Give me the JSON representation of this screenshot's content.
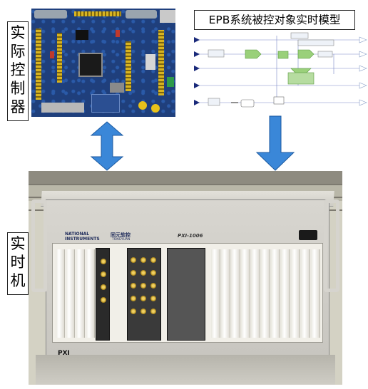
{
  "labels": {
    "controller": [
      "实",
      "际",
      "控",
      "制",
      "器"
    ],
    "model_title": "EPB系统被控对象实时模型",
    "realtime": [
      "实",
      "时",
      "机"
    ]
  },
  "photo_text": {
    "ni_line1": "NATIONAL",
    "ni_line2": "INSTRUMENTS",
    "tongyuan": "同元软控",
    "tongyuan_en": "TONGYUAN",
    "model_no": "PXI-1006",
    "pxi": "PXI"
  },
  "colors": {
    "arrow_fill": "#3a87d8",
    "arrow_stroke": "#1c5aa0",
    "label_border": "#222222"
  }
}
